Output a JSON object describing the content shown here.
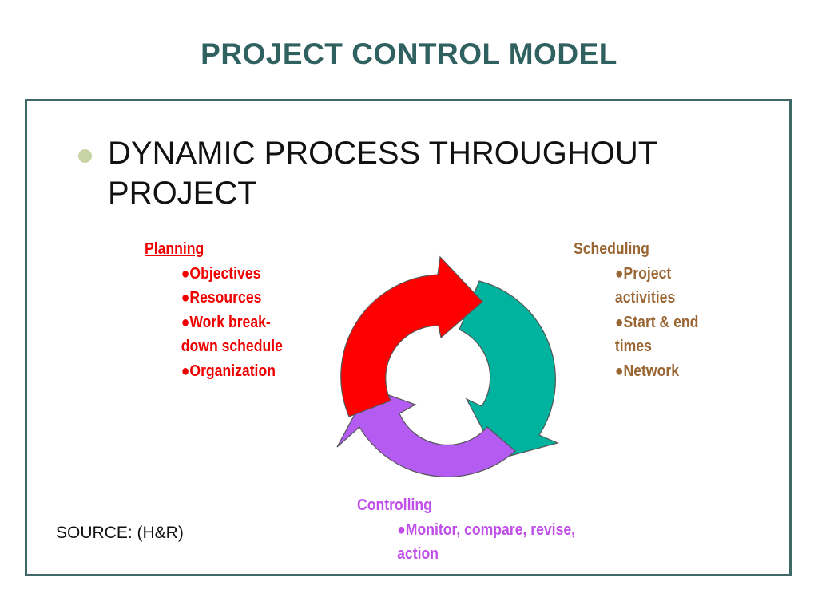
{
  "title": "PROJECT CONTROL MODEL",
  "bullet": {
    "line1": "DYNAMIC PROCESS THROUGHOUT",
    "line2": "PROJECT"
  },
  "planning": {
    "heading": "Planning",
    "items": [
      "●Objectives",
      "●Resources",
      "●Work break-",
      "down schedule",
      "●Organization"
    ]
  },
  "scheduling": {
    "heading": "Scheduling",
    "items": [
      "●Project",
      "activities",
      "●Start & end",
      "times",
      "●Network"
    ]
  },
  "controlling": {
    "heading": "Controlling",
    "items": [
      "●Monitor, compare, revise,",
      "action"
    ]
  },
  "source": "SOURCE: (H&R)",
  "colors": {
    "title": "#2f6160",
    "frame": "#3f6866",
    "planning": "#ee0000",
    "scheduling": "#996633",
    "controlling": "#bf4fe8",
    "arrow_red": "#ff0000",
    "arrow_teal": "#00b39e",
    "arrow_purple": "#b45cf2"
  }
}
